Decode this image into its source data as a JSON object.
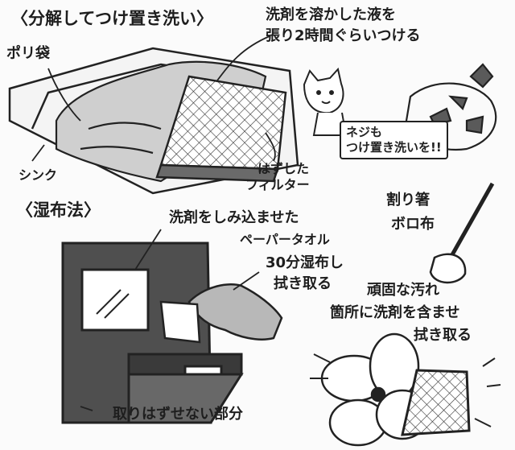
{
  "section_soak": {
    "title": "〈分解してつけ置き洗い〉",
    "label_bag": "ポリ袋",
    "label_sink": "シンク",
    "label_solution": [
      "洗剤を溶かした液を",
      "張り2時間ぐらいつける"
    ],
    "label_filter": [
      "はずした",
      "フィルター"
    ],
    "speech_bubble": [
      "ネジも",
      "つけ置き洗いを!!"
    ]
  },
  "section_compress": {
    "title": "〈湿布法〉",
    "label_paper_towel": [
      "洗剤をしみ込ませた",
      "ペーパータオル"
    ],
    "label_wipe": [
      "30分湿布し",
      "拭き取る"
    ],
    "label_chopsticks": [
      "割り箸",
      "ボロ布"
    ],
    "label_stubborn": [
      "頑固な汚れ",
      "箇所に洗剤を含ませ",
      "拭き取る"
    ],
    "label_fixed_part": "取りはずせない部分"
  },
  "colors": {
    "ink": "#222222",
    "paper": "#fbfbfb",
    "gray_fill": "#b0b0b0",
    "dark_fill": "#5a5a5a"
  }
}
